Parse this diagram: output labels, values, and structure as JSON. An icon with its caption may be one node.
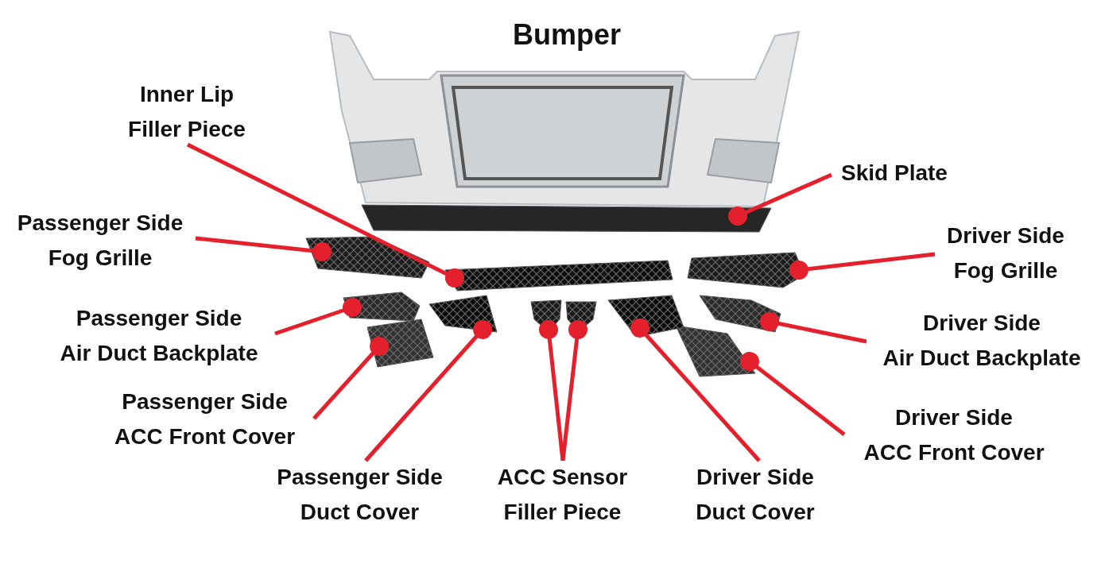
{
  "diagram": {
    "nodes": [
      {
        "text": [
          "Inner Lip Filler Piece"
        ]
      },
      {
        "text": [
          "Skid Plate"
        ]
      },
      {
        "text": [
          "Passenger Side Fog Grille"
        ]
      },
      {
        "text": [
          "Driver Side Fog Grille"
        ]
      },
      {
        "text": [
          "Passenger Side Air Duct Backplate"
        ]
      },
      {
        "text": [
          "Driver Side Air Duct Backplate"
        ]
      },
      {
        "text": [
          "Passenger Side ACC Front Cover"
        ]
      },
      {
        "text": [
          "Driver Side ACC Front Cover"
        ]
      },
      {
        "text": [
          "Passenger Side Duct Cover"
        ]
      },
      {
        "text": [
          "ACC Sensor Filler Piece"
        ]
      },
      {
        "text": [
          "Driver Side Duct Cover"
        ]
      },
      {
        "text": [],
        "shape": "picture"
      },
      {
        "text": [],
        "shape": "bar"
      },
      {
        "text": [],
        "shape": "picture"
      },
      {
        "text": [],
        "shape": "picture"
      },
      {
        "text": [],
        "shape": "picture"
      },
      {
        "text": [],
        "shape": "picture"
      },
      {
        "text": [],
        "shape": "picture"
      },
      {
        "text": [],
        "shape": "picture"
      },
      {
        "text": [],
        "shape": "picture"
      },
      {
        "text": [],
        "shape": "picture"
      },
      {
        "text": [],
        "shape": "picture"
      },
      {
        "text": [],
        "shape": "picture"
      }
    ],
    "edges": [
      {
        "from": 0,
        "to": 11,
        "arrow": "other"
      },
      {
        "from": 1,
        "to": 12,
        "arrow": "other"
      },
      {
        "from": 2,
        "to": 13,
        "arrow": "other"
      },
      {
        "from": 3,
        "to": 14,
        "arrow": "other"
      },
      {
        "from": 4,
        "to": 15,
        "arrow": "other"
      },
      {
        "from": 5,
        "to": 16,
        "arrow": "other"
      },
      {
        "from": 6,
        "to": 17,
        "arrow": "other"
      },
      {
        "from": 7,
        "to": 18,
        "arrow": "other"
      },
      {
        "from": 8,
        "to": 19,
        "arrow": "other"
      },
      {
        "from": 9,
        "to": 20,
        "arrow": "other"
      },
      {
        "from": 9,
        "to": 21,
        "arrow": "other"
      },
      {
        "from": 10,
        "to": 22,
        "arrow": "other"
      }
    ],
    "labels": [
      "Bumper"
    ]
  }
}
